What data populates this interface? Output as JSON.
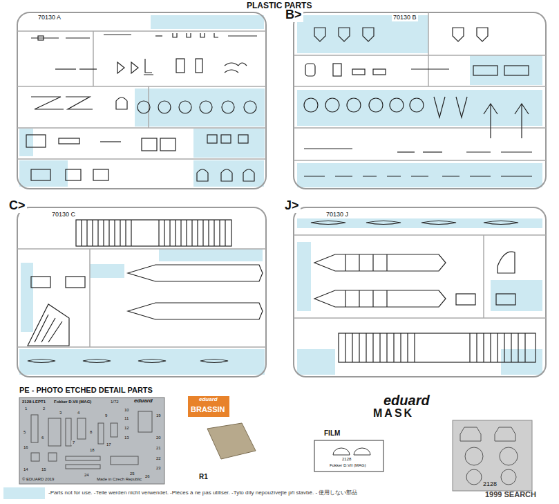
{
  "diagram": {
    "title": "PLASTIC PARTS",
    "nodes": [
      {
        "text": [
          "70130 A"
        ]
      },
      {
        "text": [
          "B>",
          "70130 B"
        ]
      },
      {
        "text": [
          "C>",
          "70130 C"
        ]
      },
      {
        "text": [
          "J>",
          "70130 J"
        ]
      },
      {
        "text": [
          "PE - PHOTO ETCHED DETAIL PARTS",
          "2128-LEPT1",
          "Fokker D.VII (MAG)",
          "1/72",
          "eduard",
          "© EDUARD 2019",
          "Made in Czech Republic"
        ]
      },
      {
        "text": [
          "eduard",
          "BRASSIN"
        ]
      },
      {
        "text": [
          "FILM",
          "2128",
          "Fokker D.VII (MAG)"
        ]
      },
      {
        "text": [
          "eduard",
          "MASK",
          "2128"
        ]
      }
    ],
    "labels": [
      "R1",
      "1",
      "2",
      "3",
      "4",
      "5",
      "6",
      "7",
      "8",
      "9",
      "10",
      "11",
      "12",
      "13",
      "14",
      "15",
      "16",
      "17",
      "18",
      "19",
      "20",
      "21",
      "22",
      "23",
      "24",
      "25",
      "26",
      "1999 SEARCH"
    ],
    "legend": [
      {
        "text": "-Parts not for use. -Teile werden nicht verwendet. -Pièces à ne pas utiliser. -Tyto díly nepoužívejte při stavbě. - 使用しない部品",
        "color": "#cde9f2"
      }
    ]
  }
}
